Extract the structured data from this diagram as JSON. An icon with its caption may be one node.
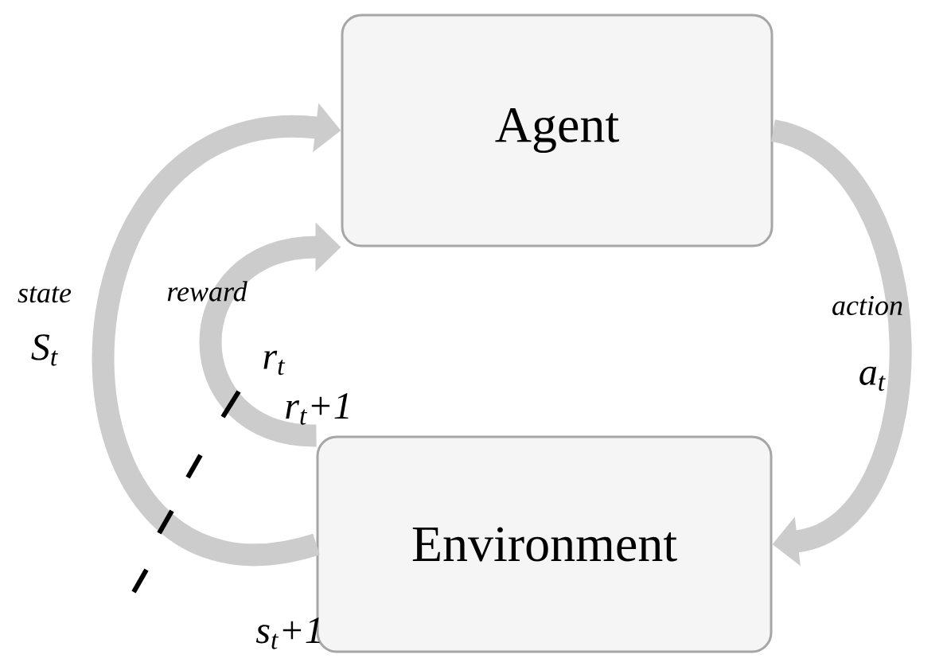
{
  "diagram": {
    "nodes": [
      {
        "text": [
          "Agent"
        ]
      },
      {
        "text": [
          "Environment"
        ]
      }
    ],
    "edges": [
      {
        "from": 0,
        "to": 1,
        "arrow": "to",
        "label": "action"
      },
      {
        "from": 1,
        "to": 0,
        "arrow": "to",
        "label": "state"
      },
      {
        "from": 1,
        "to": 0,
        "arrow": "to",
        "label": "reward"
      }
    ],
    "labels": [
      "a$_{t}$",
      "S$_{t}$",
      "r$_{t}$",
      "r$_{t}$+1",
      "s$_{t}$+1"
    ]
  }
}
